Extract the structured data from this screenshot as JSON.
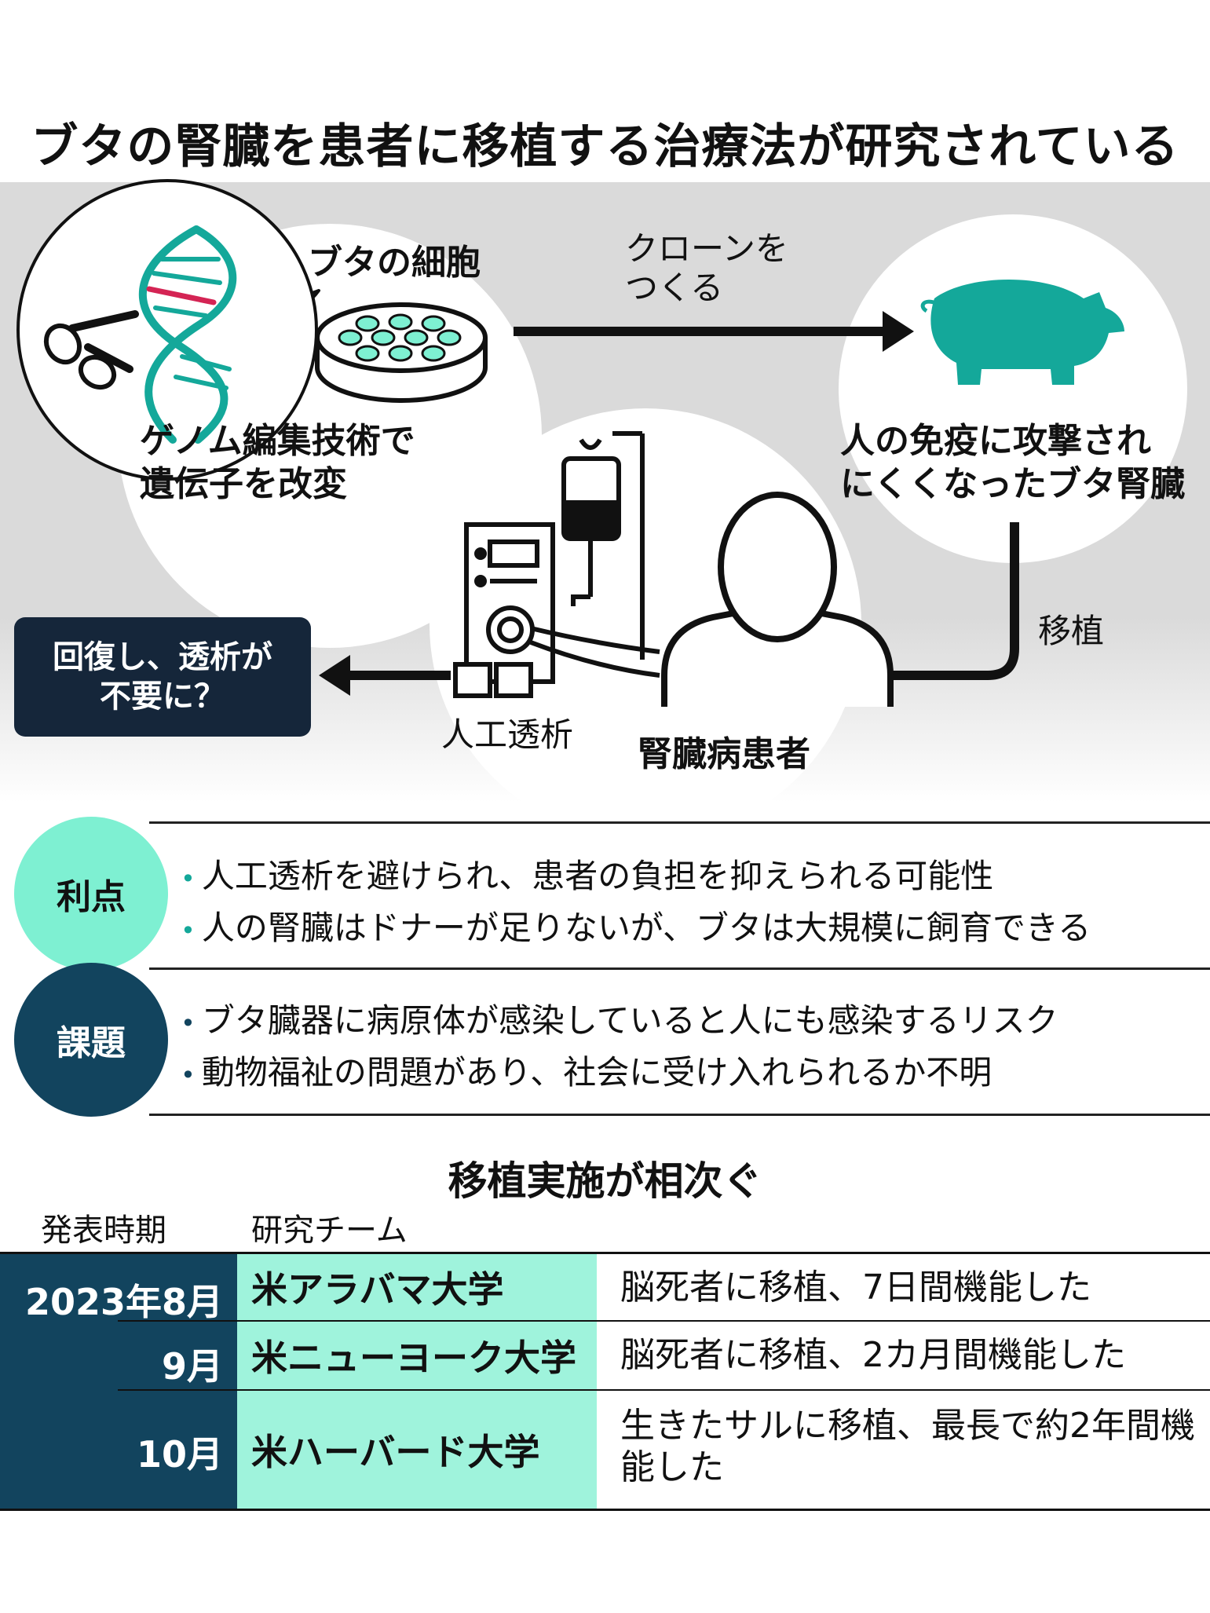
{
  "title": "ブタの腎臓を患者に移植する治療法が研究されている",
  "diagram": {
    "pig_cell_label": "ブタの細胞",
    "clone_label": [
      "クローンを",
      "つくる"
    ],
    "genome_label": [
      "ゲノム編集技術で",
      "遺伝子を改変"
    ],
    "kidney_label": [
      "人の免疫に攻撃され",
      "にくくなったブタ腎臓"
    ],
    "transplant_label": "移植",
    "result_label": [
      "回復し、透析が",
      "不要に？"
    ],
    "dialysis_label": "人工透析",
    "patient_label": "腎臓病患者"
  },
  "merits": {
    "heading": "利点",
    "items": [
      "人工透析を避けられ、患者の負担を抑えられる可能性",
      "人の腎臓はドナーが足りないが、ブタは大規模に飼育できる"
    ]
  },
  "issues": {
    "heading": "課題",
    "items": [
      "ブタ臓器に病原体が感染していると人にも感染するリスク",
      "動物福祉の問題があり、社会に受け入れられるか不明"
    ]
  },
  "table": {
    "title": "移植実施が相次ぐ",
    "headers": [
      "発表時期",
      "研究チーム"
    ],
    "rows": [
      {
        "date": "2023年8月",
        "team": "米アラバマ大学",
        "result": "脳死者に移植、7日間機能した"
      },
      {
        "date": "9月",
        "team": "米ニューヨーク大学",
        "result": "脳死者に移植、2カ月間機能した"
      },
      {
        "date": "10月",
        "team": "米ハーバード大学",
        "result": "生きたサルに移植、最長で約2年間機能した"
      }
    ]
  },
  "colors": {
    "teal": "#14a89a",
    "mint": "#7ef0d2",
    "navy": "#12445e",
    "dark_box": "#15263a",
    "table_mint": "#9ff3dc"
  },
  "icons": [
    "scissors-icon",
    "dna-icon",
    "petri-dish-icon",
    "pig-icon",
    "dialysis-machine-icon",
    "iv-bag-icon",
    "patient-icon"
  ]
}
